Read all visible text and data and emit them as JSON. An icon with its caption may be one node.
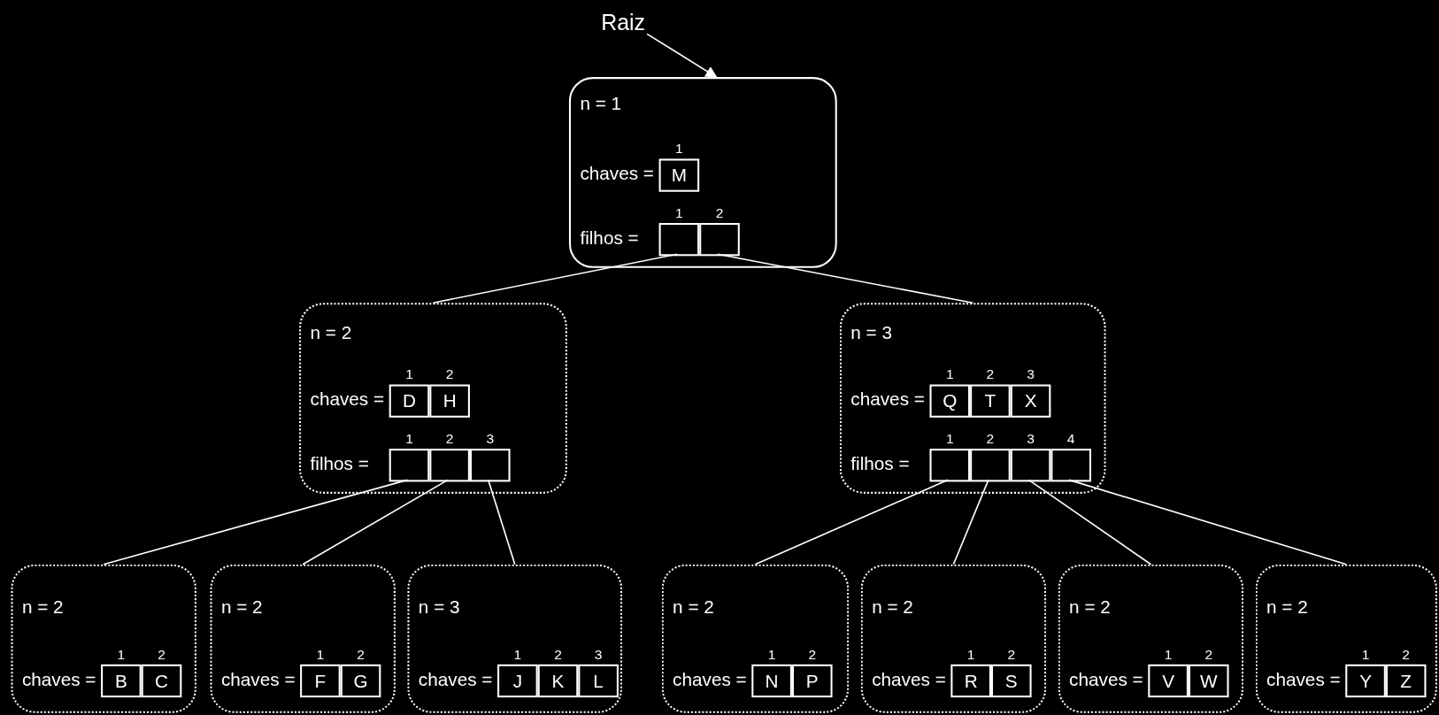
{
  "diagram": {
    "nodes": [
      {
        "text": [
          "Raiz"
        ]
      },
      {
        "text": [
          "n = 1",
          "chaves =",
          "filhos ="
        ]
      },
      {
        "text": [
          "M"
        ],
        "in": 1,
        "beside": [
          "1"
        ]
      },
      {
        "text": [],
        "shape": "box",
        "in": 1,
        "beside": [
          "1"
        ]
      },
      {
        "text": [],
        "shape": "box",
        "in": 1,
        "beside": [
          "2"
        ]
      },
      {
        "text": [
          "n = 2",
          "chaves =",
          "filhos ="
        ]
      },
      {
        "text": [
          "D"
        ],
        "in": 5,
        "beside": [
          "1"
        ]
      },
      {
        "text": [
          "H"
        ],
        "in": 5,
        "beside": [
          "2"
        ]
      },
      {
        "text": [],
        "shape": "box",
        "in": 5,
        "beside": [
          "1"
        ]
      },
      {
        "text": [],
        "shape": "box",
        "in": 5,
        "beside": [
          "2"
        ]
      },
      {
        "text": [],
        "shape": "box",
        "in": 5,
        "beside": [
          "3"
        ]
      },
      {
        "text": [
          "n = 3",
          "chaves =",
          "filhos ="
        ]
      },
      {
        "text": [
          "Q"
        ],
        "in": 11,
        "beside": [
          "1"
        ]
      },
      {
        "text": [
          "T"
        ],
        "in": 11,
        "beside": [
          "2"
        ]
      },
      {
        "text": [
          "X"
        ],
        "in": 11,
        "beside": [
          "3"
        ]
      },
      {
        "text": [],
        "shape": "box",
        "in": 11,
        "beside": [
          "1"
        ]
      },
      {
        "text": [],
        "shape": "box",
        "in": 11,
        "beside": [
          "2"
        ]
      },
      {
        "text": [],
        "shape": "box",
        "in": 11,
        "beside": [
          "3"
        ]
      },
      {
        "text": [],
        "shape": "box",
        "in": 11,
        "beside": [
          "4"
        ]
      },
      {
        "text": [
          "n = 2",
          "chaves ="
        ]
      },
      {
        "text": [
          "B"
        ],
        "in": 19,
        "beside": [
          "1"
        ]
      },
      {
        "text": [
          "C"
        ],
        "in": 19,
        "beside": [
          "2"
        ]
      },
      {
        "text": [
          "n = 2",
          "chaves ="
        ]
      },
      {
        "text": [
          "F"
        ],
        "in": 22,
        "beside": [
          "1"
        ]
      },
      {
        "text": [
          "G"
        ],
        "in": 22,
        "beside": [
          "2"
        ]
      },
      {
        "text": [
          "n = 3",
          "chaves ="
        ]
      },
      {
        "text": [
          "J"
        ],
        "in": 25,
        "beside": [
          "1"
        ]
      },
      {
        "text": [
          "K"
        ],
        "in": 25,
        "beside": [
          "2"
        ]
      },
      {
        "text": [
          "L"
        ],
        "in": 25,
        "beside": [
          "3"
        ]
      },
      {
        "text": [
          "n = 2",
          "chaves ="
        ]
      },
      {
        "text": [
          "N"
        ],
        "in": 29,
        "beside": [
          "1"
        ]
      },
      {
        "text": [
          "P"
        ],
        "in": 29,
        "beside": [
          "2"
        ]
      },
      {
        "text": [
          "n = 2",
          "chaves ="
        ]
      },
      {
        "text": [
          "R"
        ],
        "in": 32,
        "beside": [
          "1"
        ]
      },
      {
        "text": [
          "S"
        ],
        "in": 32,
        "beside": [
          "2"
        ]
      },
      {
        "text": [
          "n = 2",
          "chaves ="
        ]
      },
      {
        "text": [
          "V"
        ],
        "in": 35,
        "beside": [
          "1"
        ]
      },
      {
        "text": [
          "W"
        ],
        "in": 35,
        "beside": [
          "2"
        ]
      },
      {
        "text": [
          "n = 2",
          "chaves ="
        ]
      },
      {
        "text": [
          "Y"
        ],
        "in": 38,
        "beside": [
          "1"
        ]
      },
      {
        "text": [
          "Z"
        ],
        "in": 38,
        "beside": [
          "2"
        ]
      }
    ],
    "edges": [
      {
        "from": 0,
        "to": 1,
        "arrow": "to"
      },
      {
        "from": 3,
        "to": 5,
        "arrow": "none"
      },
      {
        "from": 4,
        "to": 11,
        "arrow": "none"
      },
      {
        "from": 8,
        "to": 19,
        "arrow": "none"
      },
      {
        "from": 9,
        "to": 22,
        "arrow": "none"
      },
      {
        "from": 10,
        "to": 25,
        "arrow": "none"
      },
      {
        "from": 15,
        "to": 29,
        "arrow": "none"
      },
      {
        "from": 16,
        "to": 32,
        "arrow": "none"
      },
      {
        "from": 17,
        "to": 35,
        "arrow": "none"
      },
      {
        "from": 18,
        "to": 38,
        "arrow": "none"
      }
    ]
  }
}
